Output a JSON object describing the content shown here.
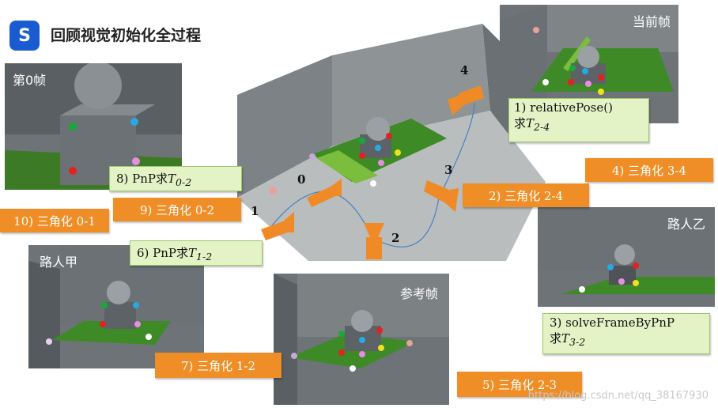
{
  "title": "回顾视觉初始化全过程",
  "logo_glyph": "S",
  "panels": {
    "frame0": "第0帧",
    "current": "当前帧",
    "reference": "参考帧",
    "person_a": "路人甲",
    "person_b": "路人乙"
  },
  "camera_numbers": [
    "0",
    "1",
    "2",
    "3",
    "4"
  ],
  "steps": {
    "s1_line1": "1) relativePose()",
    "s1_line2_prefix": "求",
    "s1_sym": "T",
    "s1_sub": "2-4",
    "s2": "2) 三角化 2-4",
    "s3_line1": "3) solveFrameByPnP",
    "s3_line2_prefix": "求",
    "s3_sym": "T",
    "s3_sub": "3-2",
    "s4": "4) 三角化 3-4",
    "s5": "5) 三角化 2-3",
    "s6_prefix": "6) PnP求",
    "s6_sym": "T",
    "s6_sub": "1-2",
    "s7": "7) 三角化 1-2",
    "s8_prefix": "8) PnP求",
    "s8_sym": "T",
    "s8_sub": "0-2",
    "s9": "9) 三角化 0-2",
    "s10": "10) 三角化 0-1"
  },
  "watermark": "https://blog.csdn.net/qq_38167930",
  "colors": {
    "accent_orange": "#ef8e26",
    "green_box": "#e3f3c6",
    "scene_floor": "#3d8a26",
    "logo_blue": "#1a5bd1"
  }
}
